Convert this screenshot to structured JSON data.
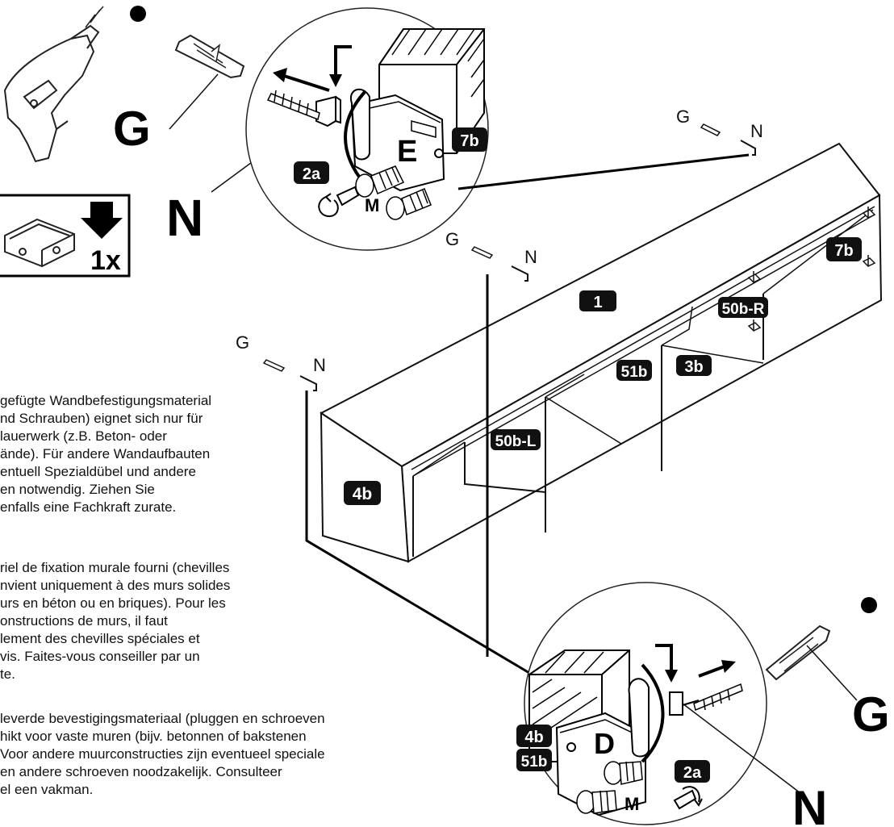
{
  "callouts": {
    "g_top": "G",
    "n_top": "N",
    "g_br": "G",
    "n_br": "N",
    "small_g": [
      "G",
      "G",
      "G"
    ],
    "small_n": [
      "N",
      "N",
      "N"
    ],
    "e_part": "E",
    "d_part": "D",
    "m_top": "M",
    "m_bottom": "M",
    "qty": "1x"
  },
  "tags": {
    "t7b_detail": "7b",
    "t2a_top": "2a",
    "t7b_cab": "7b",
    "t1": "1",
    "t50bR": "50b-R",
    "t51b": "51b",
    "t3b": "3b",
    "t50bL": "50b-L",
    "t4b": "4b",
    "t4b_detail": "4b",
    "t51b_detail": "51b",
    "t2a_bottom": "2a"
  },
  "text": {
    "german": [
      "gefügte Wandbefestigungsmaterial",
      "nd Schrauben)  eignet sich nur für",
      "lauerwerk (z.B. Beton- oder",
      "ände).  Für andere Wandaufbauten",
      "entuell Spezialdübel und andere",
      "en notwendig. Ziehen Sie",
      "enfalls  eine Fachkraft  zurate."
    ],
    "french": [
      "riel de fixation murale fourni (chevilles",
      "nvient uniquement à des murs solides",
      "urs en béton ou en briques).  Pour les",
      "onstructions de murs, il faut",
      "lement  des  chevilles spéciales et",
      " vis. Faites-vous conseiller par un",
      "te."
    ],
    "dutch": [
      "leverde bevestigingsmateriaal (pluggen en schroeven",
      "hikt voor vaste muren (bijv. betonnen of bakstenen",
      "Voor   andere muurconstructies zijn eventueel speciale",
      "en   andere schroeven   noodzakelijk. Consulteer",
      "el een vakman."
    ]
  },
  "icons": [
    "drill-icon",
    "wall-plug-icon",
    "screw-icon",
    "bracket-icon",
    "rotate-icon",
    "arrow-down-icon"
  ]
}
